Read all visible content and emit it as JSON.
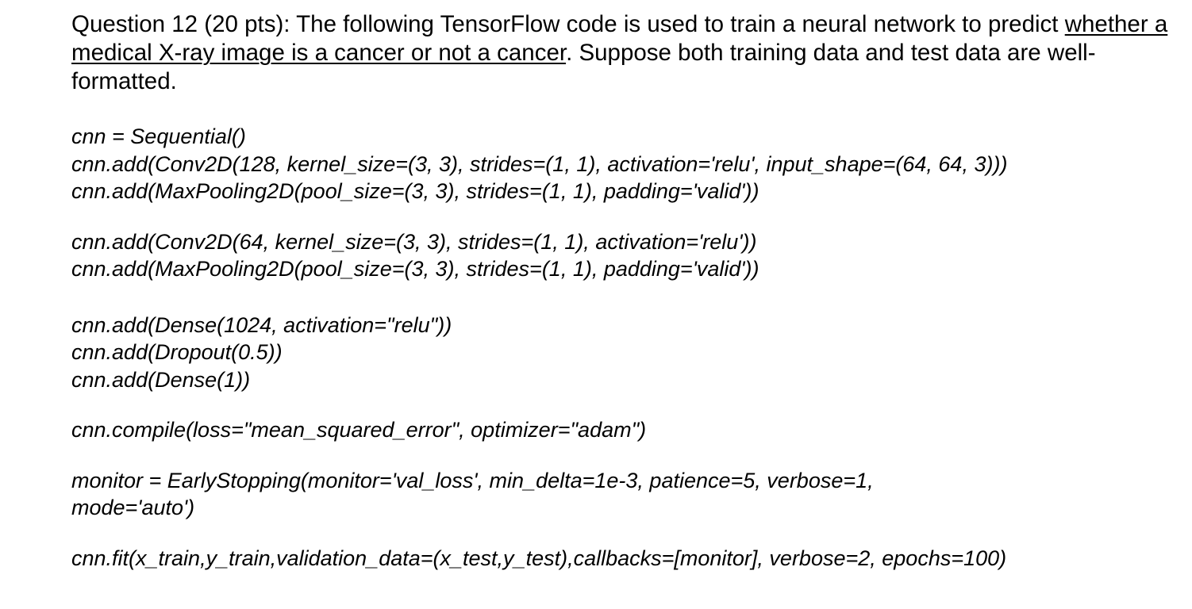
{
  "question": {
    "prefix": "Question 12 (20 pts):  The following TensorFlow code is used to train a neural network to predict ",
    "underlined": "whether a medical X-ray image is a cancer or not a cancer",
    "suffix": ".  Suppose both training data and test data are well-formatted."
  },
  "code_blocks": [
    [
      "cnn = Sequential()",
      "cnn.add(Conv2D(128, kernel_size=(3, 3), strides=(1, 1), activation='relu', input_shape=(64, 64, 3)))",
      "cnn.add(MaxPooling2D(pool_size=(3, 3), strides=(1, 1), padding='valid'))"
    ],
    [
      "cnn.add(Conv2D(64, kernel_size=(3, 3), strides=(1, 1), activation='relu'))",
      "cnn.add(MaxPooling2D(pool_size=(3, 3), strides=(1, 1), padding='valid'))"
    ],
    [
      "cnn.add(Dense(1024, activation=\"relu\"))",
      "cnn.add(Dropout(0.5))",
      "cnn.add(Dense(1))"
    ],
    [
      "cnn.compile(loss=\"mean_squared_error\", optimizer=\"adam\")"
    ],
    [
      "monitor = EarlyStopping(monitor='val_loss', min_delta=1e-3, patience=5, verbose=1,",
      "mode='auto')"
    ],
    [
      "cnn.fit(x_train,y_train,validation_data=(x_test,y_test),callbacks=[monitor], verbose=2, epochs=100)"
    ]
  ]
}
